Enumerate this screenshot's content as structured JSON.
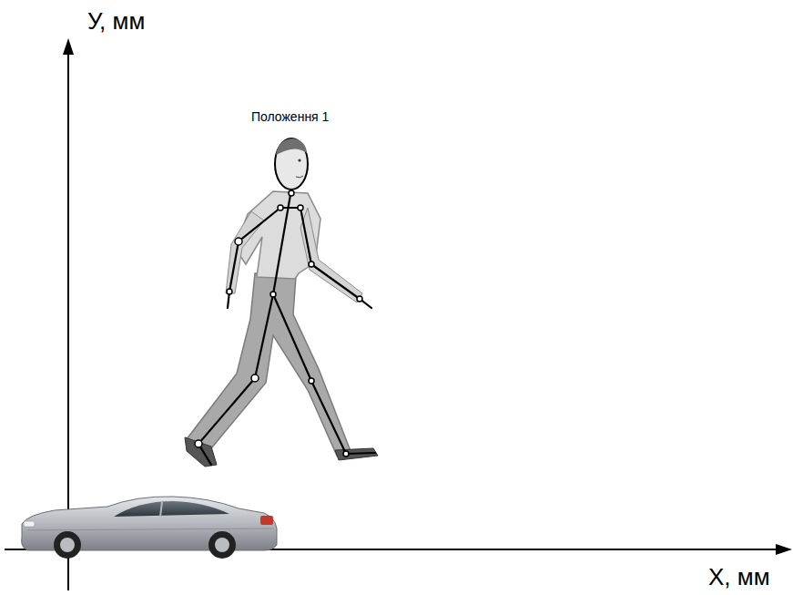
{
  "diagram": {
    "labels": [
      "У, мм",
      "Положення 1",
      "Х, мм"
    ]
  }
}
